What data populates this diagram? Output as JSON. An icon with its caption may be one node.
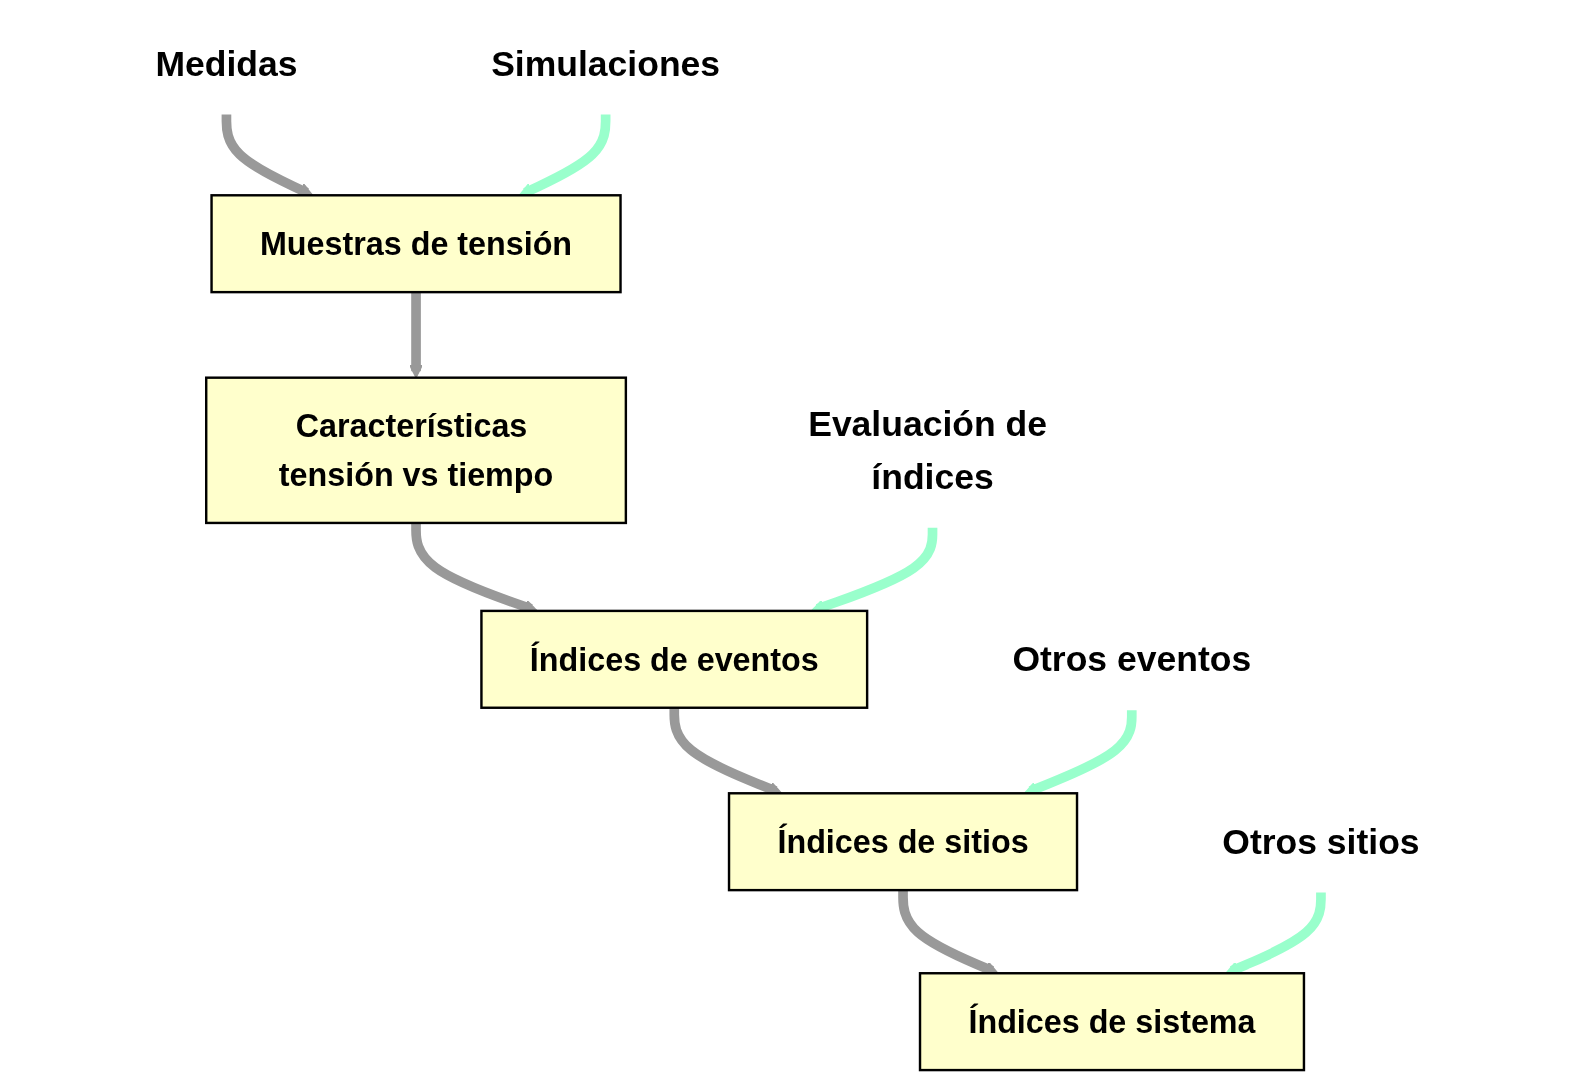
{
  "diagram": {
    "nodes": [
      {
        "text": [
          "Medidas"
        ]
      },
      {
        "text": [
          "Muestras de tensión"
        ]
      },
      {
        "text": [
          "Simulaciones"
        ]
      },
      {
        "text": [
          "Características tensión vs tiempo"
        ]
      },
      {
        "text": [
          "Índices de eventos"
        ]
      },
      {
        "text": [
          "Evaluación de índices"
        ]
      },
      {
        "text": [
          "Otros eventos"
        ]
      },
      {
        "text": [
          "Índices de sitios"
        ]
      },
      {
        "text": [
          "Otros sitios"
        ]
      },
      {
        "text": [
          "Índices de sistema"
        ]
      }
    ],
    "edges": [
      {
        "from": 0,
        "to": 1,
        "arrow": "to"
      },
      {
        "from": 2,
        "to": 1,
        "arrow": "to",
        "color": "#99ffcc"
      },
      {
        "from": 1,
        "to": 3,
        "arrow": "to"
      },
      {
        "from": 3,
        "to": 4,
        "arrow": "to"
      },
      {
        "from": 5,
        "to": 4,
        "arrow": "to",
        "color": "#99ffcc"
      },
      {
        "from": 4,
        "to": 7,
        "arrow": "to"
      },
      {
        "from": 6,
        "to": 7,
        "arrow": "to",
        "color": "#99ffcc"
      },
      {
        "from": 7,
        "to": 9,
        "arrow": "to"
      },
      {
        "from": 8,
        "to": 9,
        "arrow": "to",
        "color": "#99ffcc"
      }
    ]
  }
}
